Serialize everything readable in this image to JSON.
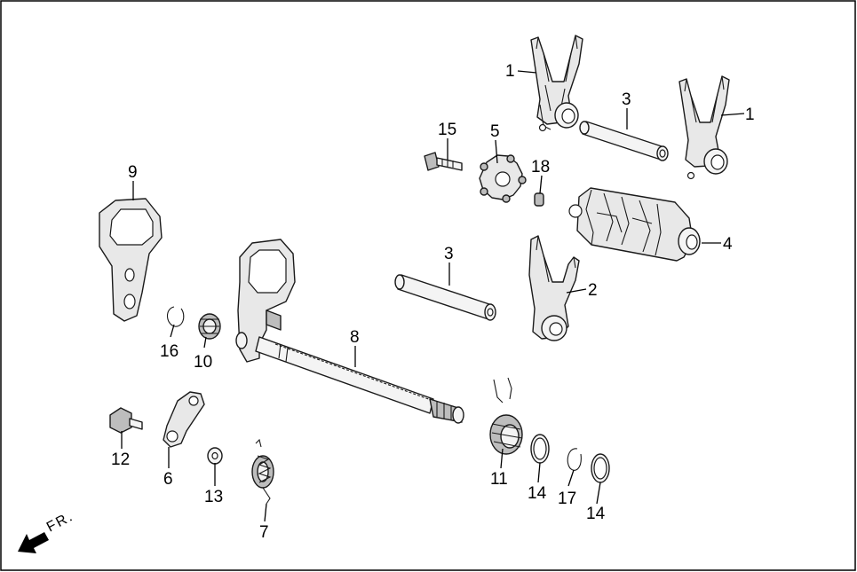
{
  "callouts": {
    "c1a": "1",
    "c1b": "1",
    "c2": "2",
    "c3a": "3",
    "c3b": "3",
    "c4": "4",
    "c5": "5",
    "c6": "6",
    "c7": "7",
    "c8": "8",
    "c9": "9",
    "c10": "10",
    "c11": "11",
    "c12": "12",
    "c13": "13",
    "c14a": "14",
    "c14b": "14",
    "c15": "15",
    "c16": "16",
    "c17": "17",
    "c18": "18"
  },
  "direction_marker": {
    "label": "FR."
  }
}
